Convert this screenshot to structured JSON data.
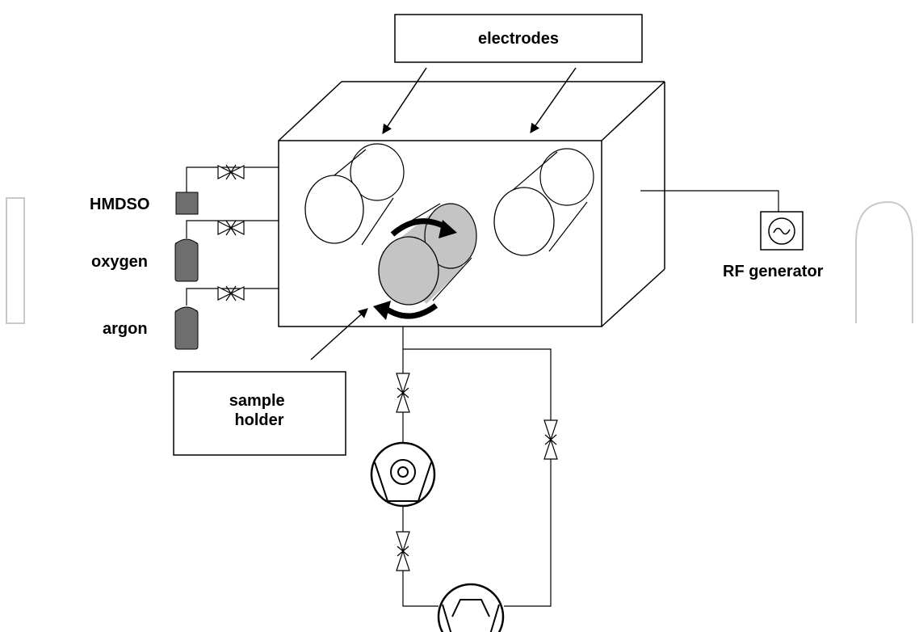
{
  "labels": {
    "electrodes": "electrodes",
    "hmdso": "HMDSO",
    "oxygen": "oxygen",
    "argon": "argon",
    "sample_line1": "sample",
    "sample_line2": "holder",
    "rf_generator": "RF generator"
  },
  "colors": {
    "gas_cylinder": "#6e6e6e",
    "sample_holder": "#c4c4c4",
    "line": "#000000",
    "background": "#ffffff"
  }
}
